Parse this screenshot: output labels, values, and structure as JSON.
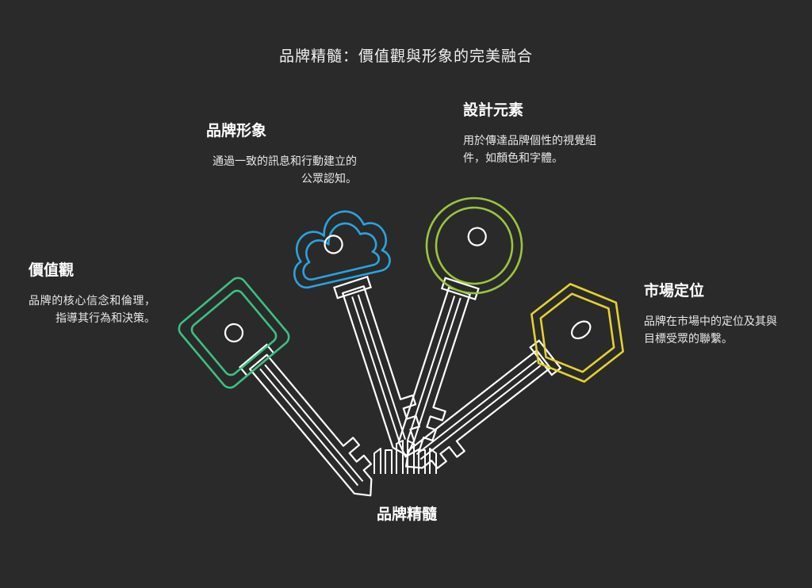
{
  "title": "品牌精髓：價值觀與形象的完美融合",
  "center_label": "品牌精髓",
  "sections": {
    "values": {
      "heading": "價值觀",
      "text": "品牌的核心信念和倫理，指導其行為和決策。",
      "color": "#3cc083"
    },
    "image": {
      "heading": "品牌形象",
      "text": "通過一致的訊息和行動建立的公眾認知。",
      "color": "#2aa3df"
    },
    "design": {
      "heading": "設計元素",
      "text": "用於傳達品牌個性的視覺組件，如顏色和字體。",
      "color": "#9bc53d"
    },
    "market": {
      "heading": "市場定位",
      "text": "品牌在市場中的定位及其與目標受眾的聯繫。",
      "color": "#e4d22e"
    }
  },
  "icons": {
    "center": "barcode-lock-icon",
    "values": "square-key-icon",
    "image": "cloud-key-icon",
    "design": "round-key-icon",
    "market": "hexagon-key-icon"
  }
}
